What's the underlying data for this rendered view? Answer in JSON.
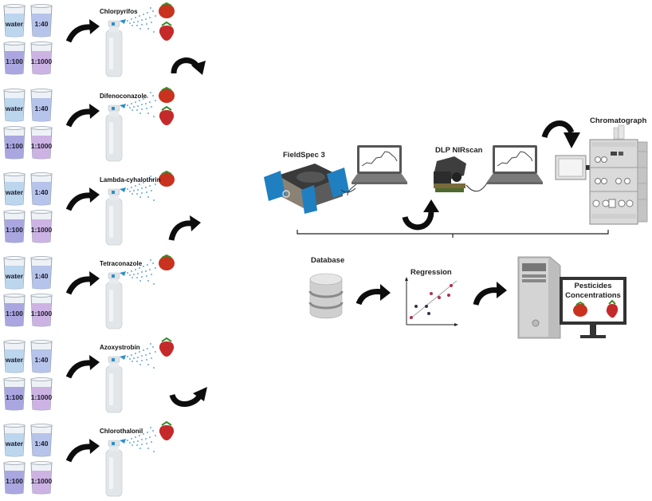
{
  "diagram": {
    "beaker_labels": [
      "water",
      "1:40",
      "1:100",
      "1:1000"
    ],
    "beaker_colors": {
      "water": "#bcd6ee",
      "1:40": "#b6c3ea",
      "1:100": "#a9a6e0",
      "1:1000": "#cdb3e3"
    },
    "rows": [
      {
        "pesticide": "Chlorpyrifos",
        "fruits": [
          "tomato",
          "strawberry"
        ]
      },
      {
        "pesticide": "Difenoconazole",
        "fruits": [
          "tomato",
          "strawberry"
        ]
      },
      {
        "pesticide": "Lambda-cyhalothrin",
        "fruits": [
          "tomato"
        ]
      },
      {
        "pesticide": "Tetraconazole",
        "fruits": [
          "tomato"
        ]
      },
      {
        "pesticide": "Azoxystrobin",
        "fruits": [
          "strawberry"
        ]
      },
      {
        "pesticide": "Chlorothalonil",
        "fruits": [
          "strawberry"
        ]
      }
    ],
    "instruments": {
      "fieldspec": "FieldSpec 3",
      "nirscan": "DLP NIRscan",
      "chromatograph": "Chromatograph"
    },
    "analysis": {
      "database": "Database",
      "regression": "Regression",
      "result_line1": "Pesticides",
      "result_line2": "Concentrations"
    },
    "colors": {
      "arrow": "#0d0d0d",
      "spray": "#3a8fc8",
      "nozzle": "#2f8fc9",
      "fieldspec_blue": "#1f7fc0",
      "tomato": "#c8321e",
      "strawberry": "#c42a2a",
      "leaf": "#3d8a2a"
    }
  }
}
